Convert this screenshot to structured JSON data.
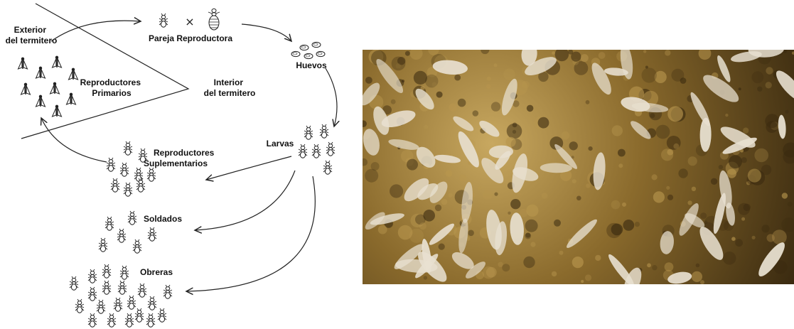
{
  "labels": {
    "exterior": [
      "Exterior",
      "del termitero"
    ],
    "interior": [
      "Interior",
      "del termitero"
    ],
    "reproductores_primarios": [
      "Reproductores",
      "Primarios"
    ],
    "pareja": "Pareja Reproductora",
    "huevos": "Huevos",
    "larvas": "Larvas",
    "suplementarios": [
      "Reproductores",
      "Suplementarios"
    ],
    "soldados": "Soldados",
    "obreras": "Obreras",
    "cross": "×"
  },
  "colors": {
    "ink": "#222222",
    "photo_light": "#e8e0d0",
    "photo_soil": "#b8964e",
    "photo_dark": "#3a2a10"
  },
  "icons": {
    "winged": "winged-termite-icon",
    "termite": "termite-icon",
    "queen": "queen-termite-icon",
    "egg": "egg-icon"
  }
}
